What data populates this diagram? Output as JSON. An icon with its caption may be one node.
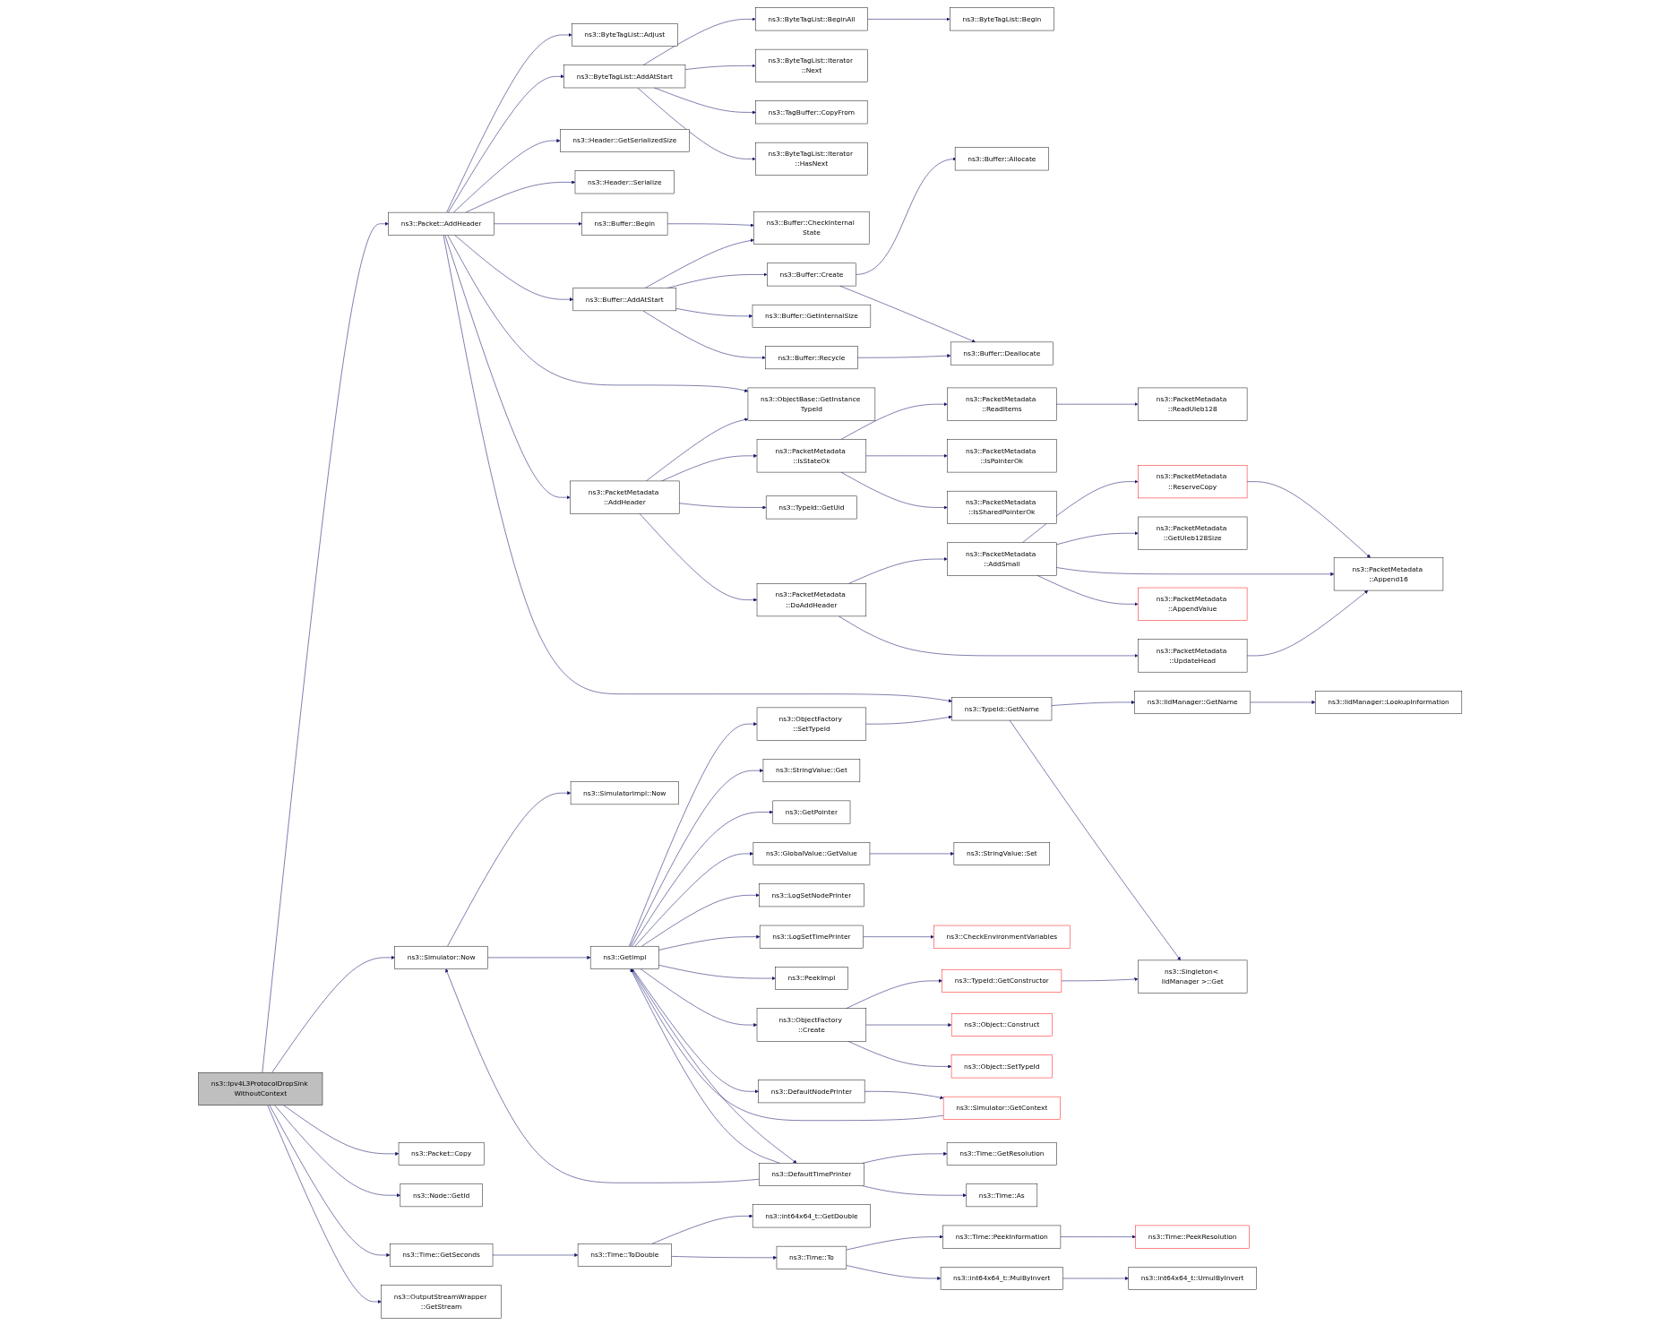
{
  "diagram": {
    "nodes": [
      {
        "text": [
          "ns3::Ipv4L3ProtocolDropSink WithoutContext"
        ]
      },
      {
        "text": [
          "ns3::Packet::AddHeader"
        ]
      },
      {
        "text": [
          "ns3::Simulator::Now"
        ]
      },
      {
        "text": [
          "ns3::Packet::Copy"
        ]
      },
      {
        "text": [
          "ns3::Node::GetId"
        ]
      },
      {
        "text": [
          "ns3::Time::GetSeconds"
        ]
      },
      {
        "text": [
          "ns3::OutputStreamWrapper ::GetStream"
        ]
      },
      {
        "text": [
          "ns3::ByteTagList::Adjust"
        ]
      },
      {
        "text": [
          "ns3::ByteTagList::AddAtStart"
        ]
      },
      {
        "text": [
          "ns3::Header::GetSerializedSize"
        ]
      },
      {
        "text": [
          "ns3::Header::Serialize"
        ]
      },
      {
        "text": [
          "ns3::Buffer::Begin"
        ]
      },
      {
        "text": [
          "ns3::Buffer::AddAtStart"
        ]
      },
      {
        "text": [
          "ns3::PacketMetadata ::AddHeader"
        ]
      },
      {
        "text": [
          "ns3::SimulatorImpl::Now"
        ]
      },
      {
        "text": [
          "ns3::GetImpl"
        ]
      },
      {
        "text": [
          "ns3::Time::ToDouble"
        ]
      },
      {
        "text": [
          "ns3::ByteTagList::BeginAll"
        ]
      },
      {
        "text": [
          "ns3::ByteTagList::Iterator ::Next"
        ]
      },
      {
        "text": [
          "ns3::TagBuffer::CopyFrom"
        ]
      },
      {
        "text": [
          "ns3::ByteTagList::Iterator ::HasNext"
        ]
      },
      {
        "text": [
          "ns3::Buffer::CheckInternal State"
        ]
      },
      {
        "text": [
          "ns3::Buffer::Create"
        ]
      },
      {
        "text": [
          "ns3::Buffer::GetInternalSize"
        ]
      },
      {
        "text": [
          "ns3::Buffer::Recycle"
        ]
      },
      {
        "text": [
          "ns3::ObjectBase::GetInstance TypeId"
        ]
      },
      {
        "text": [
          "ns3::PacketMetadata ::IsStateOk"
        ]
      },
      {
        "text": [
          "ns3::TypeId::GetUid"
        ]
      },
      {
        "text": [
          "ns3::PacketMetadata ::DoAddHeader"
        ]
      },
      {
        "text": [
          "ns3::ObjectFactory ::SetTypeId"
        ]
      },
      {
        "text": [
          "ns3::StringValue::Get"
        ]
      },
      {
        "text": [
          "ns3::GetPointer"
        ]
      },
      {
        "text": [
          "ns3::GlobalValue::GetValue"
        ]
      },
      {
        "text": [
          "ns3::LogSetNodePrinter"
        ]
      },
      {
        "text": [
          "ns3::LogSetTimePrinter"
        ]
      },
      {
        "text": [
          "ns3::PeekImpl"
        ]
      },
      {
        "text": [
          "ns3::ObjectFactory ::Create"
        ]
      },
      {
        "text": [
          "ns3::DefaultNodePrinter"
        ]
      },
      {
        "text": [
          "ns3::DefaultTimePrinter"
        ]
      },
      {
        "text": [
          "ns3::int64x64_t::GetDouble"
        ]
      },
      {
        "text": [
          "ns3::Time::To"
        ]
      },
      {
        "text": [
          "ns3::ByteTagList::Begin"
        ]
      },
      {
        "text": [
          "ns3::Buffer::Allocate"
        ]
      },
      {
        "text": [
          "ns3::Buffer::Deallocate"
        ]
      },
      {
        "text": [
          "ns3::PacketMetadata ::ReadItems"
        ]
      },
      {
        "text": [
          "ns3::PacketMetadata ::IsPointerOk"
        ]
      },
      {
        "text": [
          "ns3::PacketMetadata ::IsSharedPointerOk"
        ]
      },
      {
        "text": [
          "ns3::PacketMetadata ::AddSmall"
        ]
      },
      {
        "text": [
          "ns3::TypeId::GetName"
        ]
      },
      {
        "text": [
          "ns3::StringValue::Set"
        ]
      },
      {
        "text": [
          "ns3::CheckEnvironmentVariables"
        ]
      },
      {
        "text": [
          "ns3::TypeId::GetConstructor"
        ]
      },
      {
        "text": [
          "ns3::Object::Construct"
        ]
      },
      {
        "text": [
          "ns3::Object::SetTypeId"
        ]
      },
      {
        "text": [
          "ns3::Simulator::GetContext"
        ]
      },
      {
        "text": [
          "ns3::Time::GetResolution"
        ]
      },
      {
        "text": [
          "ns3::Time::As"
        ]
      },
      {
        "text": [
          "ns3::Time::PeekInformation"
        ]
      },
      {
        "text": [
          "ns3::int64x64_t::MulByInvert"
        ]
      },
      {
        "text": [
          "ns3::PacketMetadata ::ReadUleb128"
        ]
      },
      {
        "text": [
          "ns3::PacketMetadata ::ReserveCopy"
        ]
      },
      {
        "text": [
          "ns3::PacketMetadata ::GetUleb128Size"
        ]
      },
      {
        "text": [
          "ns3::PacketMetadata ::AppendValue"
        ]
      },
      {
        "text": [
          "ns3::PacketMetadata ::UpdateHead"
        ]
      },
      {
        "text": [
          "ns3::IidManager::GetName"
        ]
      },
      {
        "text": [
          "ns3::Singleton< IidManager >::Get"
        ]
      },
      {
        "text": [
          "ns3::Time::PeekResolution"
        ]
      },
      {
        "text": [
          "ns3::int64x64_t::UmulByInvert"
        ]
      },
      {
        "text": [
          "ns3::PacketMetadata ::Append16"
        ]
      },
      {
        "text": [
          "ns3::IidManager::LookupInformation"
        ]
      }
    ],
    "edges": [
      {
        "from": 0,
        "to": 1,
        "arrow": "to"
      },
      {
        "from": 0,
        "to": 2,
        "arrow": "to"
      },
      {
        "from": 0,
        "to": 3,
        "arrow": "to"
      },
      {
        "from": 0,
        "to": 4,
        "arrow": "to"
      },
      {
        "from": 0,
        "to": 5,
        "arrow": "to"
      },
      {
        "from": 0,
        "to": 6,
        "arrow": "to"
      },
      {
        "from": 1,
        "to": 7,
        "arrow": "to"
      },
      {
        "from": 1,
        "to": 8,
        "arrow": "to"
      },
      {
        "from": 1,
        "to": 9,
        "arrow": "to"
      },
      {
        "from": 1,
        "to": 10,
        "arrow": "to"
      },
      {
        "from": 1,
        "to": 11,
        "arrow": "to"
      },
      {
        "from": 1,
        "to": 12,
        "arrow": "to"
      },
      {
        "from": 1,
        "to": 25,
        "arrow": "to"
      },
      {
        "from": 1,
        "to": 13,
        "arrow": "to"
      },
      {
        "from": 1,
        "to": 48,
        "arrow": "to"
      },
      {
        "from": 2,
        "to": 14,
        "arrow": "to"
      },
      {
        "from": 2,
        "to": 15,
        "arrow": "to"
      },
      {
        "from": 5,
        "to": 16,
        "arrow": "to"
      },
      {
        "from": 8,
        "to": 17,
        "arrow": "to"
      },
      {
        "from": 8,
        "to": 18,
        "arrow": "to"
      },
      {
        "from": 8,
        "to": 19,
        "arrow": "to"
      },
      {
        "from": 8,
        "to": 20,
        "arrow": "to"
      },
      {
        "from": 17,
        "to": 41,
        "arrow": "to"
      },
      {
        "from": 11,
        "to": 21,
        "arrow": "to"
      },
      {
        "from": 12,
        "to": 21,
        "arrow": "to"
      },
      {
        "from": 12,
        "to": 22,
        "arrow": "to"
      },
      {
        "from": 12,
        "to": 23,
        "arrow": "to"
      },
      {
        "from": 12,
        "to": 24,
        "arrow": "to"
      },
      {
        "from": 22,
        "to": 42,
        "arrow": "to"
      },
      {
        "from": 22,
        "to": 43,
        "arrow": "to"
      },
      {
        "from": 24,
        "to": 43,
        "arrow": "to"
      },
      {
        "from": 13,
        "to": 25,
        "arrow": "to"
      },
      {
        "from": 13,
        "to": 26,
        "arrow": "to"
      },
      {
        "from": 13,
        "to": 27,
        "arrow": "to"
      },
      {
        "from": 13,
        "to": 28,
        "arrow": "to"
      },
      {
        "from": 26,
        "to": 44,
        "arrow": "to"
      },
      {
        "from": 26,
        "to": 45,
        "arrow": "to"
      },
      {
        "from": 26,
        "to": 46,
        "arrow": "to"
      },
      {
        "from": 44,
        "to": 59,
        "arrow": "to"
      },
      {
        "from": 28,
        "to": 47,
        "arrow": "to"
      },
      {
        "from": 28,
        "to": 63,
        "arrow": "to"
      },
      {
        "from": 47,
        "to": 60,
        "arrow": "to"
      },
      {
        "from": 47,
        "to": 61,
        "arrow": "to"
      },
      {
        "from": 47,
        "to": 68,
        "arrow": "to"
      },
      {
        "from": 47,
        "to": 62,
        "arrow": "to"
      },
      {
        "from": 60,
        "to": 68,
        "arrow": "to"
      },
      {
        "from": 63,
        "to": 68,
        "arrow": "to"
      },
      {
        "from": 15,
        "to": 29,
        "arrow": "to"
      },
      {
        "from": 15,
        "to": 30,
        "arrow": "to"
      },
      {
        "from": 15,
        "to": 31,
        "arrow": "to"
      },
      {
        "from": 15,
        "to": 32,
        "arrow": "to"
      },
      {
        "from": 15,
        "to": 33,
        "arrow": "to"
      },
      {
        "from": 15,
        "to": 34,
        "arrow": "to"
      },
      {
        "from": 15,
        "to": 35,
        "arrow": "to"
      },
      {
        "from": 15,
        "to": 36,
        "arrow": "to"
      },
      {
        "from": 15,
        "to": 37,
        "arrow": "to"
      },
      {
        "from": 15,
        "to": 38,
        "arrow": "to"
      },
      {
        "from": 29,
        "to": 48,
        "arrow": "to"
      },
      {
        "from": 48,
        "to": 64,
        "arrow": "to"
      },
      {
        "from": 48,
        "to": 65,
        "arrow": "to"
      },
      {
        "from": 64,
        "to": 69,
        "arrow": "to"
      },
      {
        "from": 32,
        "to": 49,
        "arrow": "to"
      },
      {
        "from": 34,
        "to": 50,
        "arrow": "to"
      },
      {
        "from": 36,
        "to": 51,
        "arrow": "to"
      },
      {
        "from": 36,
        "to": 52,
        "arrow": "to"
      },
      {
        "from": 36,
        "to": 53,
        "arrow": "to"
      },
      {
        "from": 51,
        "to": 65,
        "arrow": "to"
      },
      {
        "from": 37,
        "to": 54,
        "arrow": "to"
      },
      {
        "from": 54,
        "to": 15,
        "arrow": "to"
      },
      {
        "from": 38,
        "to": 2,
        "arrow": "to"
      },
      {
        "from": 38,
        "to": 15,
        "arrow": "to"
      },
      {
        "from": 38,
        "to": 55,
        "arrow": "to"
      },
      {
        "from": 38,
        "to": 56,
        "arrow": "to"
      },
      {
        "from": 16,
        "to": 39,
        "arrow": "to"
      },
      {
        "from": 16,
        "to": 40,
        "arrow": "to"
      },
      {
        "from": 40,
        "to": 57,
        "arrow": "to"
      },
      {
        "from": 40,
        "to": 58,
        "arrow": "to"
      },
      {
        "from": 57,
        "to": 66,
        "arrow": "to"
      },
      {
        "from": 58,
        "to": 67,
        "arrow": "to"
      }
    ]
  }
}
